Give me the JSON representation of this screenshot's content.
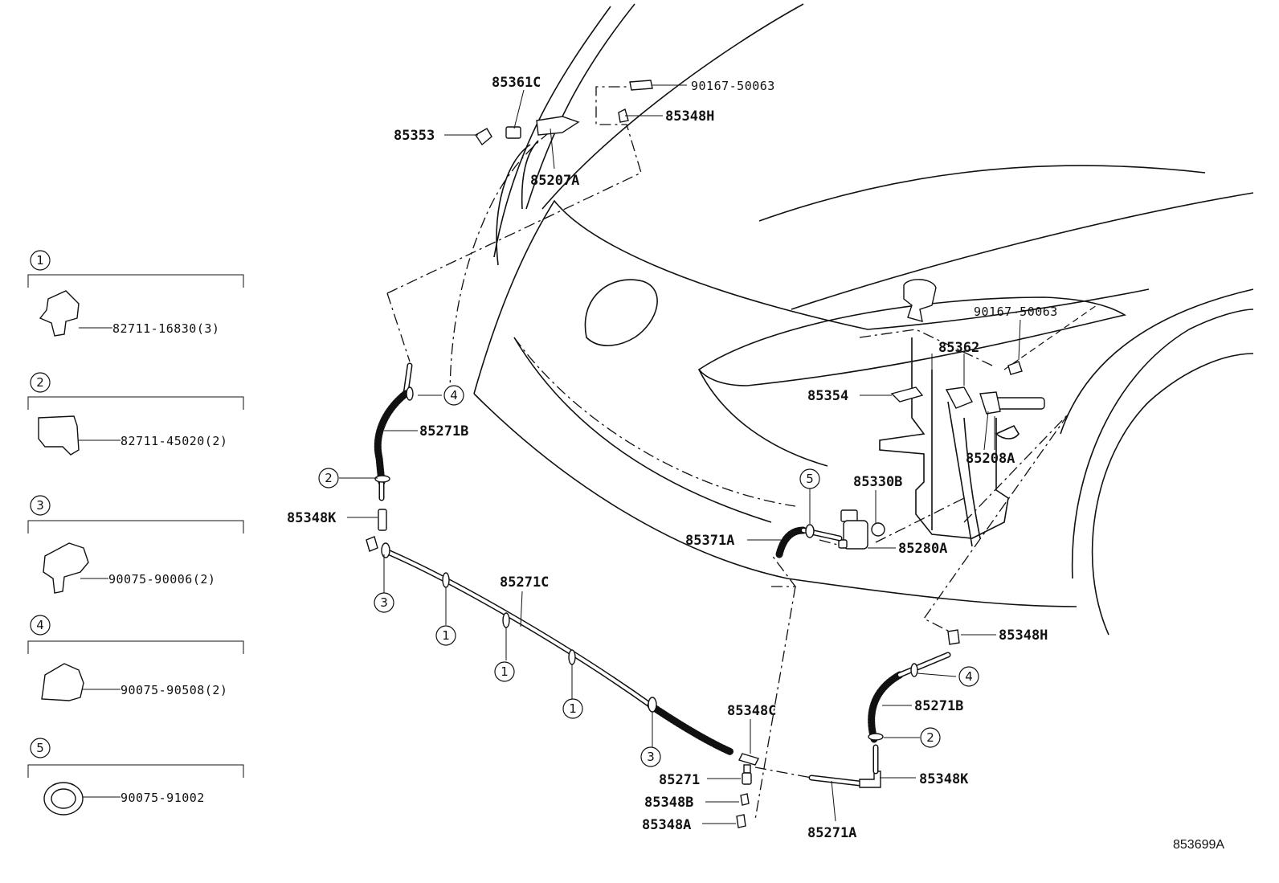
{
  "callout_labels": {
    "p85361C": "85361C",
    "p90167_50063_top": "90167-50063",
    "p85348H_top": "85348H",
    "p85353": "85353",
    "p85207A": "85207A",
    "p85271B_left": "85271B",
    "p85348K_left": "85348K",
    "p85271C": "85271C",
    "p85348C": "85348C",
    "p85271": "85271",
    "p85348B": "85348B",
    "p85348A": "85348A",
    "p85271A": "85271A",
    "p85348K_right": "85348K",
    "p85271B_right": "85271B",
    "p85348H_right": "85348H",
    "p85371A": "85371A",
    "p85330B": "85330B",
    "p85280A": "85280A",
    "p90167_50063_right": "90167-50063",
    "p85362": "85362",
    "p85354": "85354",
    "p85208A": "85208A"
  },
  "clip_legend": [
    {
      "num": "1",
      "part": "82711-16830(3)"
    },
    {
      "num": "2",
      "part": "82711-45020(2)"
    },
    {
      "num": "3",
      "part": "90075-90006(2)"
    },
    {
      "num": "4",
      "part": "90075-90508(2)"
    },
    {
      "num": "5",
      "part": "90075-91002"
    }
  ],
  "clip_markers": {
    "m1a": "1",
    "m1b": "1",
    "m1c": "1",
    "m2a": "2",
    "m2b": "2",
    "m3a": "3",
    "m3b": "3",
    "m4a": "4",
    "m4b": "4",
    "m5": "5"
  },
  "figure_ref": "853699A"
}
